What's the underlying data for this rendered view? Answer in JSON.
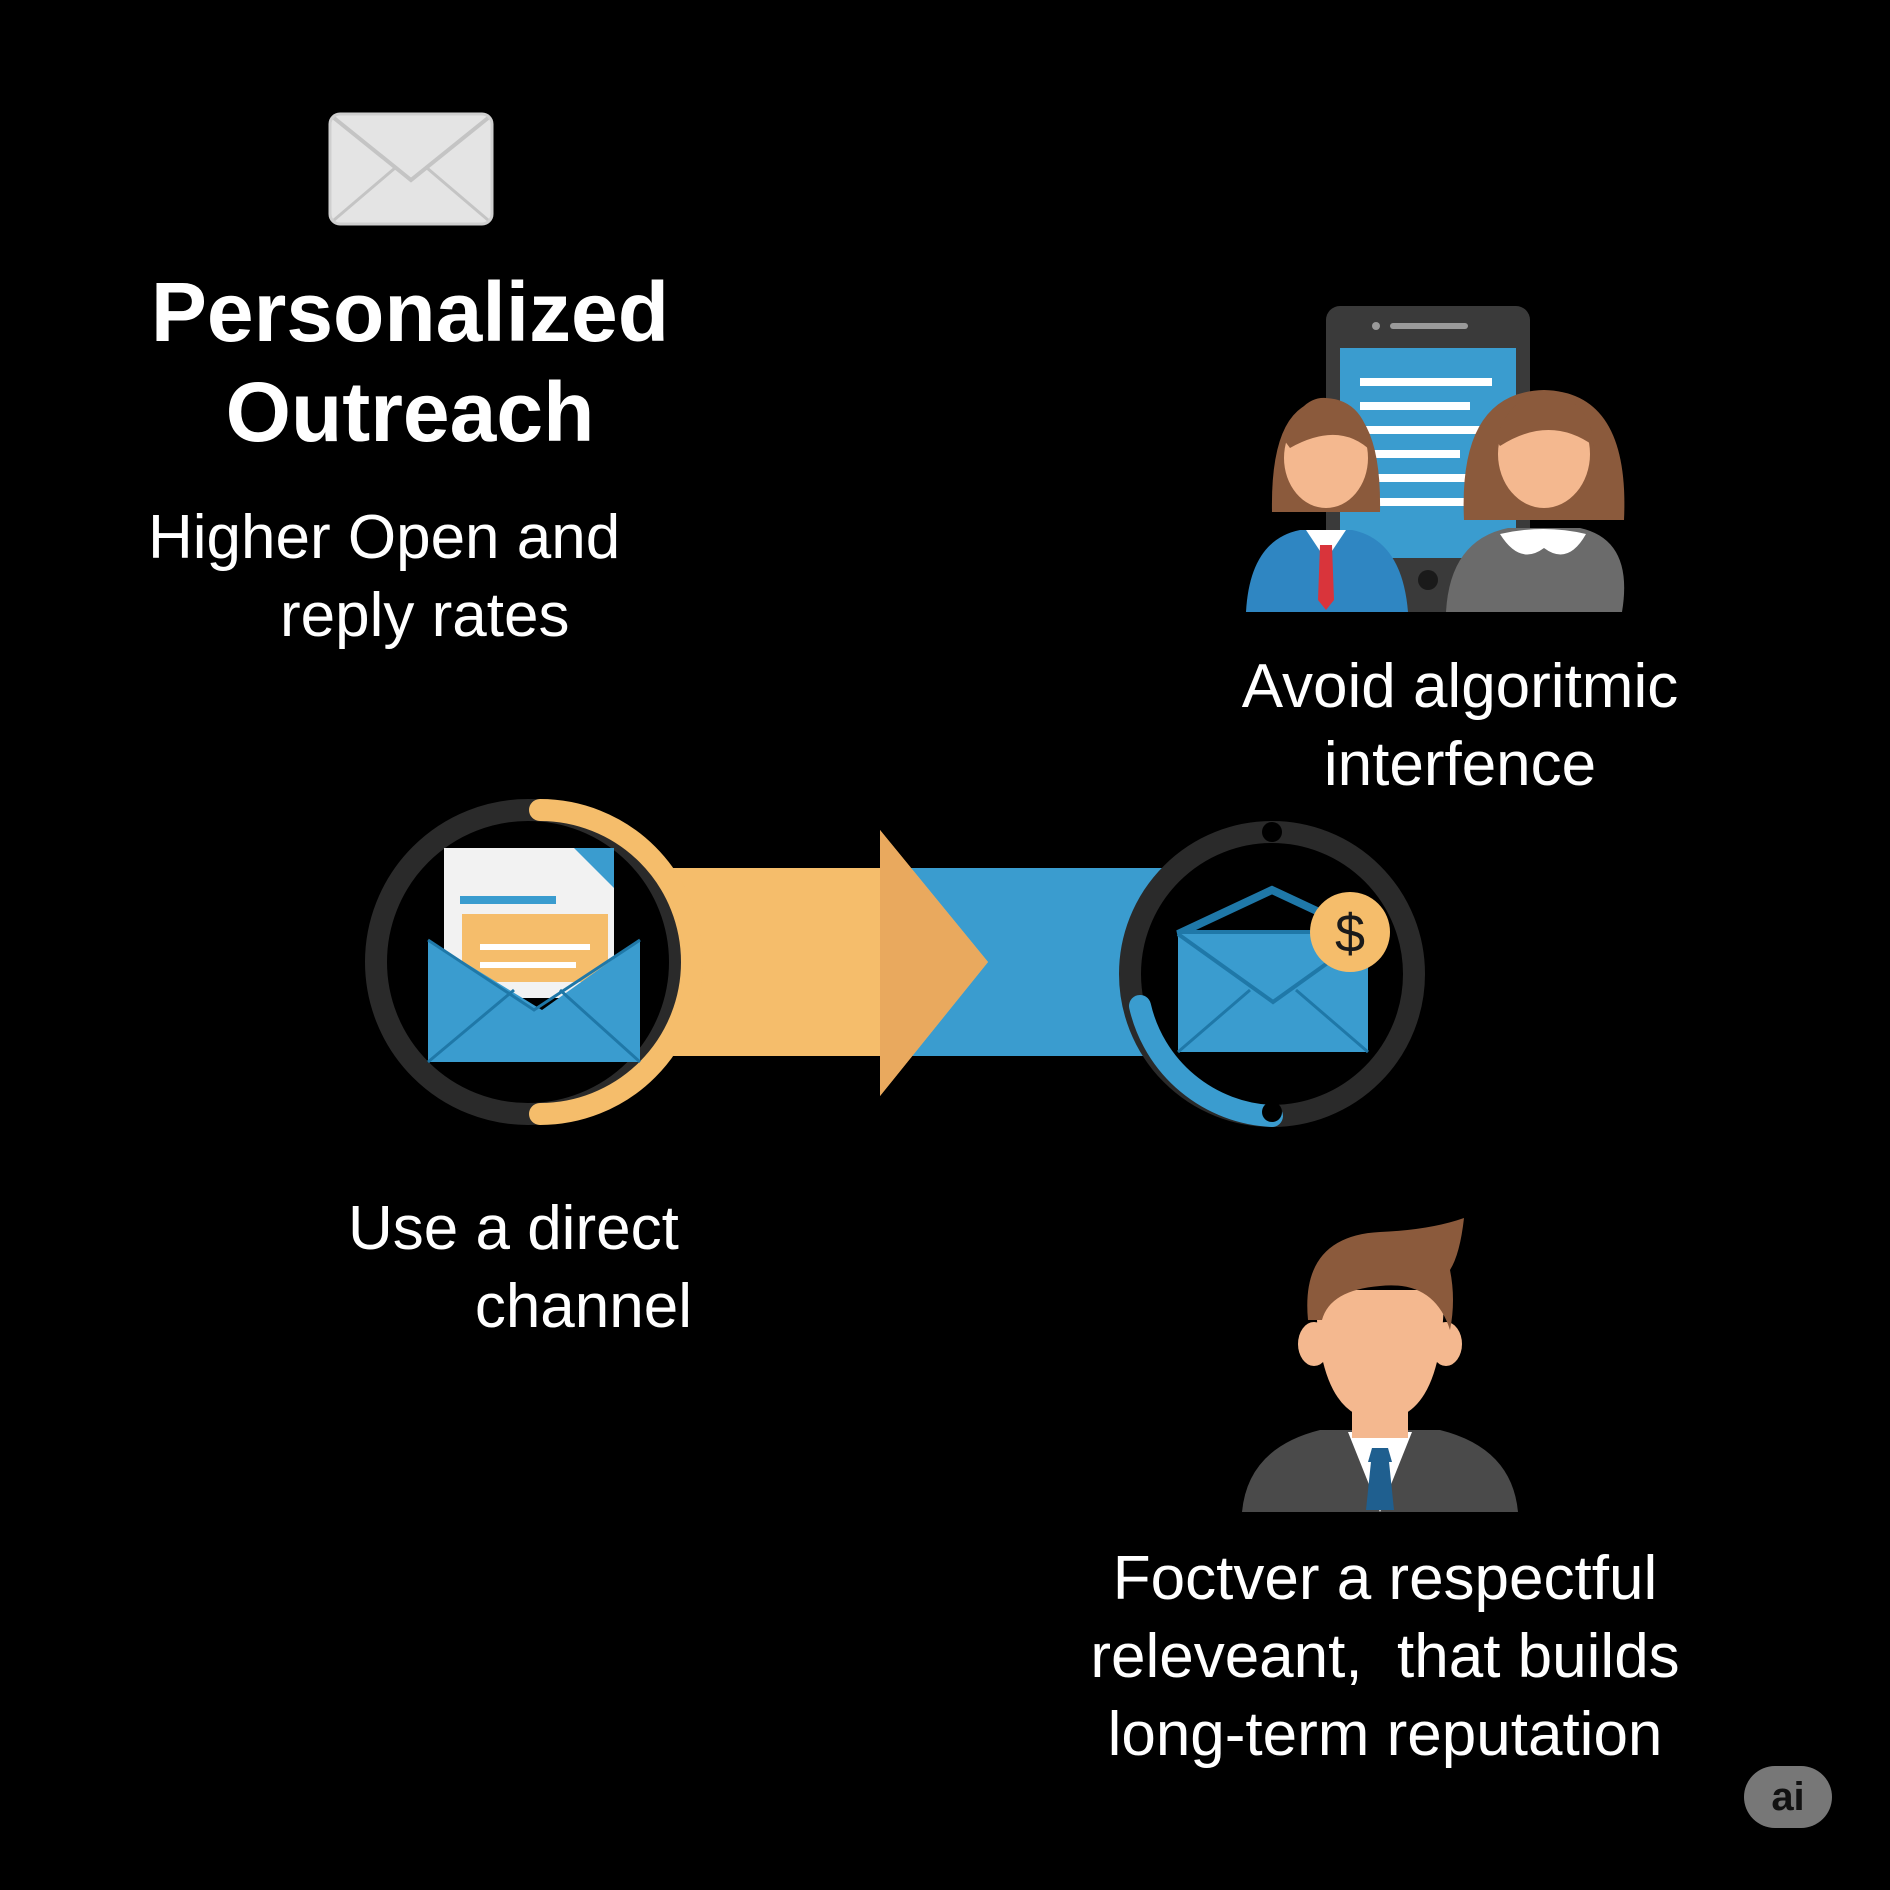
{
  "title": {
    "line1": "Personalized",
    "line2": "Outreach"
  },
  "captions": {
    "open_rates": [
      "Higher Open and",
      "reply rates"
    ],
    "algorithmic": [
      "Avoid algoritmic",
      "interfence"
    ],
    "direct_channel": [
      "Use a direct",
      "channel"
    ],
    "reputation": [
      "Foctver a respectful",
      "releveant,  that builds",
      "long-term reputation"
    ]
  },
  "badge": {
    "label": "ai"
  },
  "icons": {
    "top_left": "envelope-icon",
    "people": "people-with-tablet-icon",
    "left_circle": "open-envelope-letter-icon",
    "right_circle": "envelope-dollar-icon",
    "person": "businessman-icon",
    "currency_symbol": "$"
  },
  "colors": {
    "background": "#000000",
    "accent_orange": "#f5bd6b",
    "accent_blue": "#3a9ccf",
    "ring_dark": "#2a2a2a",
    "text": "#ffffff"
  }
}
